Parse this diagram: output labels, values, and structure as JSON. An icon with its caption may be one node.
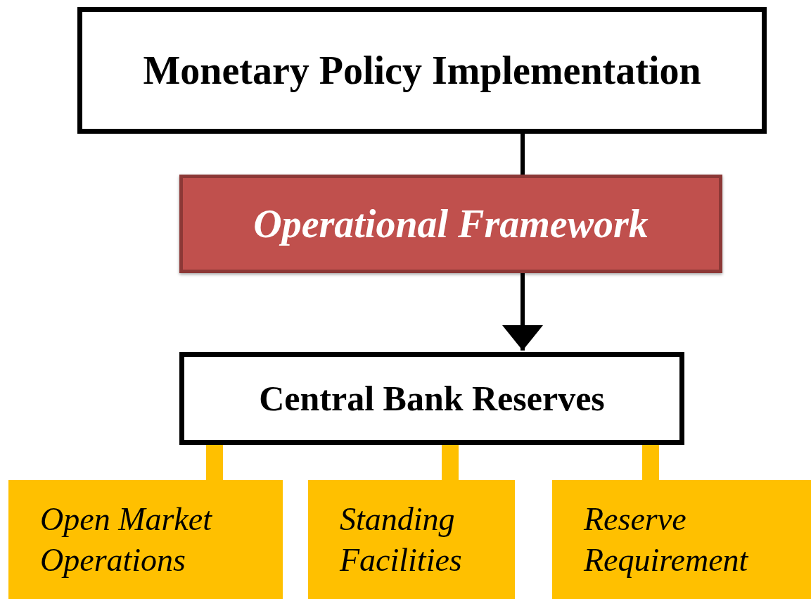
{
  "diagram": {
    "nodes": [
      {
        "text": [
          "Monetary Policy Implementation"
        ]
      },
      {
        "text": [
          "Operational Framework"
        ]
      },
      {
        "text": [
          "Central Bank Reserves"
        ]
      },
      {
        "text": [
          "Open Market Operations"
        ]
      },
      {
        "text": [
          "Standing Facilities"
        ]
      },
      {
        "text": [
          "Reserve Requirement"
        ]
      }
    ],
    "edges": [
      {
        "from": 0,
        "to": 1,
        "arrow": "none",
        "color": "#000000"
      },
      {
        "from": 1,
        "to": 2,
        "arrow": "to",
        "color": "#000000"
      },
      {
        "from": 2,
        "to": 3,
        "arrow": "none"
      },
      {
        "from": 2,
        "to": 4,
        "arrow": "none"
      },
      {
        "from": 2,
        "to": 5,
        "arrow": "none"
      }
    ]
  }
}
